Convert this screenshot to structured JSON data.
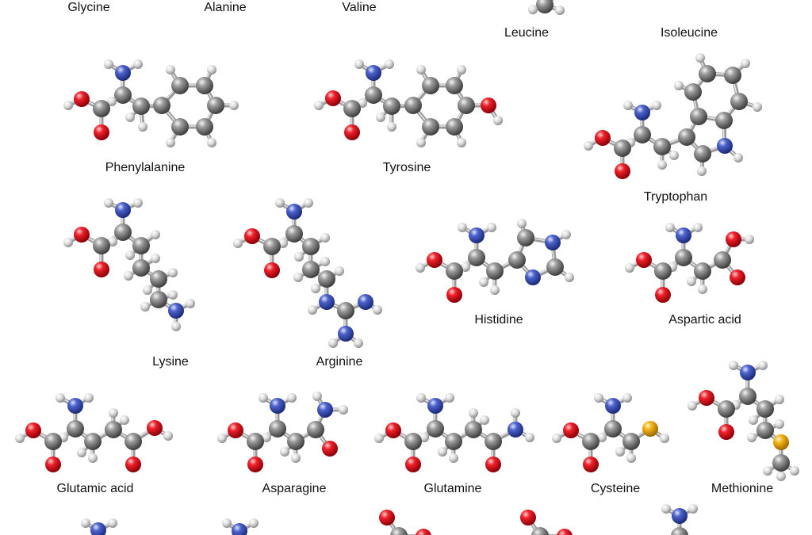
{
  "labels": {
    "glycine": "Glycine",
    "alanine": "Alanine",
    "valine": "Valine",
    "leucine": "Leucine",
    "isoleucine": "Isoleucine",
    "phenylalanine": "Phenylalanine",
    "tyrosine": "Tyrosine",
    "tryptophan": "Tryptophan",
    "lysine": "Lysine",
    "arginine": "Arginine",
    "histidine": "Histidine",
    "aspartic_acid": "Aspartic acid",
    "glutamic_acid": "Glutamic acid",
    "asparagine": "Asparagine",
    "glutamine": "Glutamine",
    "cysteine": "Cysteine",
    "methionine": "Methionine"
  },
  "colors": {
    "background": "#ffffff",
    "carbon": "#7d7d7d",
    "hydrogen": "#e4e4e4",
    "oxygen": "#e8202a",
    "nitrogen": "#4a5fc8",
    "sulfur": "#f2b21b",
    "bond": "#9a9a9a"
  }
}
